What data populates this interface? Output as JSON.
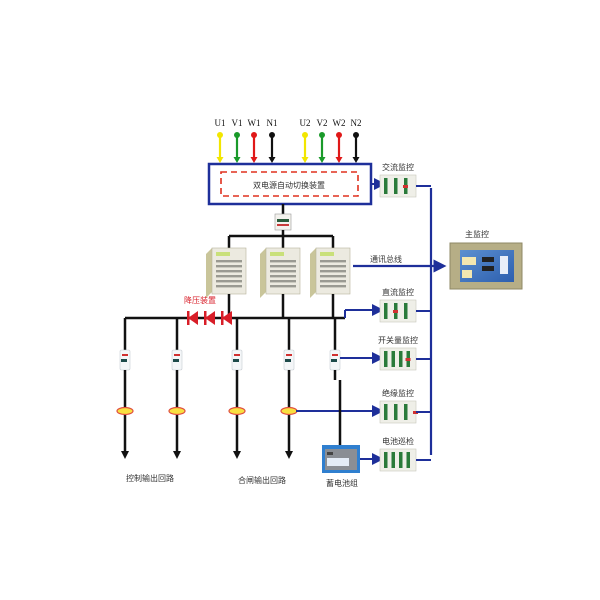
{
  "phases": [
    {
      "label": "U1",
      "color": "#f2e600"
    },
    {
      "label": "V1",
      "color": "#1a9a2a"
    },
    {
      "label": "W1",
      "color": "#e01818"
    },
    {
      "label": "N1",
      "color": "#111111"
    },
    {
      "label": "U2",
      "color": "#f2e600"
    },
    {
      "label": "V2",
      "color": "#1a9a2a"
    },
    {
      "label": "W2",
      "color": "#e01818"
    },
    {
      "label": "N2",
      "color": "#111111"
    }
  ],
  "ats": {
    "label": "双电源自动切换装置"
  },
  "monitors": {
    "ac": "交流监控",
    "dc": "直流监控",
    "switch": "开关量监控",
    "insulation": "绝缘监控",
    "battery_inspect": "电池巡检"
  },
  "main_monitor": "主监控",
  "comm_bus": "通讯总线",
  "step_down": "降压装置",
  "battery_group": "蓄电池组",
  "outputs": {
    "control": "控制输出回路",
    "closing": "合闸输出回路"
  },
  "colors": {
    "bus_blue": "#1e2f9a",
    "wire_black": "#111111",
    "dashed_red": "#e0301e",
    "diode_red": "#d81e28"
  }
}
